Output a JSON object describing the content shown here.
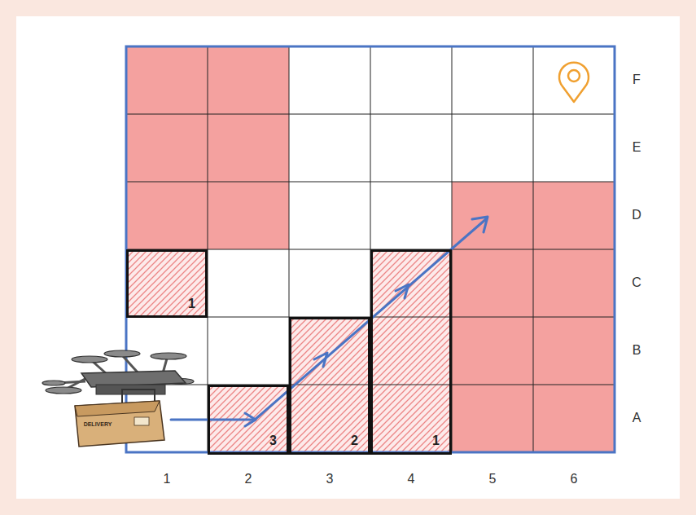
{
  "diagram": {
    "nodes": [
      {
        "text": [
          "1"
        ]
      },
      {
        "text": [
          "3"
        ]
      },
      {
        "text": [
          "2"
        ]
      },
      {
        "text": [
          "1"
        ]
      }
    ],
    "labels": [
      "1",
      "2",
      "3",
      "4",
      "5",
      "6",
      "F",
      "E",
      "D",
      "C",
      "B",
      "A",
      "DELIVERY"
    ]
  }
}
